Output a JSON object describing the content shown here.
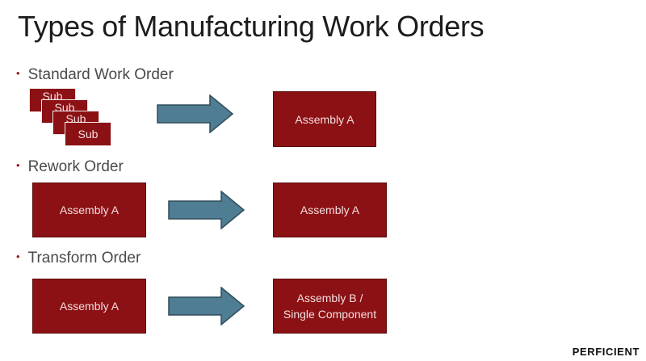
{
  "title": "Types of Manufacturing Work Orders",
  "sections": [
    {
      "heading": "Standard Work Order",
      "inputs": [
        "Sub",
        "Sub",
        "Sub",
        "Sub"
      ],
      "output": "Assembly A"
    },
    {
      "heading": "Rework Order",
      "input": "Assembly A",
      "output": "Assembly A"
    },
    {
      "heading": "Transform Order",
      "input": "Assembly A",
      "output_line1": "Assembly B /",
      "output_line2": "Single Component"
    }
  ],
  "logo": "PERFICIENT",
  "colors": {
    "box_fill": "#8b1115",
    "arrow_fill": "#4f7d93",
    "arrow_stroke": "#2f4c5b",
    "bullet": "#9b1b1e"
  },
  "icons": {
    "bullet": "bullet-dot",
    "arrow": "right-arrow"
  }
}
